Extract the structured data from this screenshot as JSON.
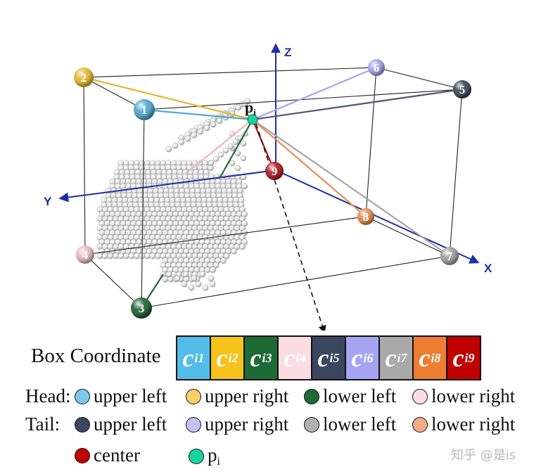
{
  "axes": {
    "z": "Z",
    "y": "Y",
    "x": "X"
  },
  "point_label": {
    "main": "p",
    "sub": "i"
  },
  "corners": [
    {
      "label": "1",
      "color": "#4aa6cf"
    },
    {
      "label": "2",
      "color": "#e5b52a"
    },
    {
      "label": "3",
      "color": "#1b5c32"
    },
    {
      "label": "4",
      "color": "#e8b7bc"
    },
    {
      "label": "5",
      "color": "#343f52"
    },
    {
      "label": "6",
      "color": "#9e9fe6"
    },
    {
      "label": "7",
      "color": "#9c9c9c"
    },
    {
      "label": "8",
      "color": "#e0884c"
    },
    {
      "label": "9",
      "color": "#ad1219"
    }
  ],
  "box_coordinate": {
    "title": "Box Coordinate",
    "cells": [
      {
        "main": "c",
        "sub": "i1",
        "color": "#52bde8"
      },
      {
        "main": "c",
        "sub": "i2",
        "color": "#f5c31c"
      },
      {
        "main": "c",
        "sub": "i3",
        "color": "#1e6a34"
      },
      {
        "main": "c",
        "sub": "i4",
        "color": "#fbdde1"
      },
      {
        "main": "c",
        "sub": "i5",
        "color": "#3b4660"
      },
      {
        "main": "c",
        "sub": "i6",
        "color": "#a6a4f2"
      },
      {
        "main": "c",
        "sub": "i7",
        "color": "#a9a9a9"
      },
      {
        "main": "c",
        "sub": "i8",
        "color": "#ed7d31"
      },
      {
        "main": "c",
        "sub": "i9",
        "color": "#c00000"
      }
    ]
  },
  "legend": {
    "head_label": "Head:",
    "tail_label": "Tail:",
    "head": [
      {
        "text": "upper left",
        "color": "#7ec8ea"
      },
      {
        "text": "upper right",
        "color": "#f5d168"
      },
      {
        "text": "lower left",
        "color": "#1e6a34"
      },
      {
        "text": "lower right",
        "color": "#fbdde1"
      }
    ],
    "tail": [
      {
        "text": "upper left",
        "color": "#3b4660"
      },
      {
        "text": "upper right",
        "color": "#c3c2f5"
      },
      {
        "text": "lower left",
        "color": "#b1b1b1"
      },
      {
        "text": "lower right",
        "color": "#f4ab86"
      }
    ],
    "center": {
      "text": "center",
      "color": "#c00000"
    },
    "pi": {
      "main": "p",
      "sub": "i",
      "color": "#16d59c"
    }
  },
  "watermark": "知乎 @是is"
}
